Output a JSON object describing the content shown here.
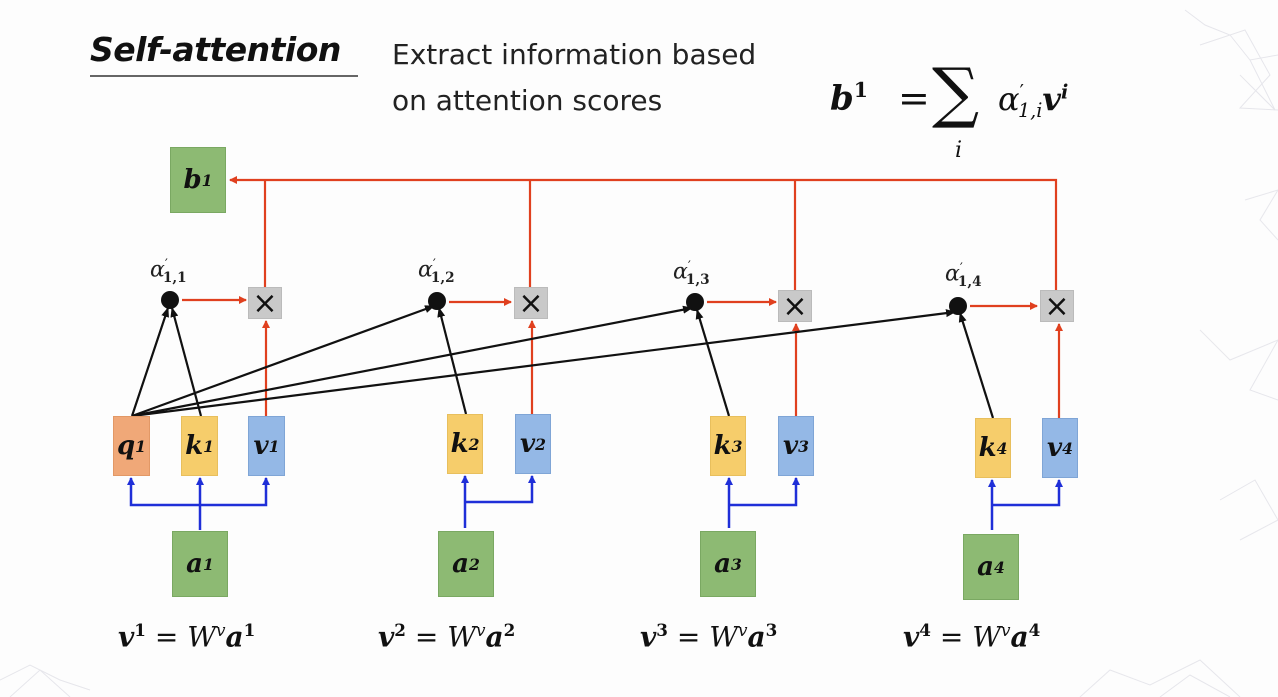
{
  "slide": {
    "title": "Self-attention",
    "description_lines": [
      "Extract information based",
      "on attention scores"
    ]
  },
  "formula": {
    "lhs": "b",
    "lhs_sup": "1",
    "equals": "=",
    "sum_symbol": "∑",
    "sum_index": "i",
    "alpha": "α",
    "alpha_prime": "′",
    "alpha_sub": "1,i",
    "v": "v",
    "v_sup": "i"
  },
  "output": {
    "label": "b",
    "sup": "1"
  },
  "multiply_symbol": "×",
  "colors": {
    "red_arrow": "#e0401f",
    "blue_arrow": "#1f2fd8",
    "black_arrow": "#111111",
    "green_box": "#8dba73",
    "query_box": "#f0a878",
    "key_box": "#f6cd6b",
    "value_box": "#94b8e6",
    "multiply_box": "#c9c9c9"
  },
  "columns": [
    {
      "index": "1",
      "alpha_label": "α",
      "alpha_sub": "1,1",
      "query": {
        "label": "q",
        "sup": "1"
      },
      "key": {
        "label": "k",
        "sup": "1"
      },
      "value": {
        "label": "v",
        "sup": "1"
      },
      "input": {
        "label": "a",
        "sup": "1"
      },
      "equation": {
        "v": "v",
        "v_sup": "1",
        "eq": "=",
        "W": "W",
        "W_sup": "v",
        "a": "a",
        "a_sup": "1"
      }
    },
    {
      "index": "2",
      "alpha_label": "α",
      "alpha_sub": "1,2",
      "key": {
        "label": "k",
        "sup": "2"
      },
      "value": {
        "label": "v",
        "sup": "2"
      },
      "input": {
        "label": "a",
        "sup": "2"
      },
      "equation": {
        "v": "v",
        "v_sup": "2",
        "eq": "=",
        "W": "W",
        "W_sup": "v",
        "a": "a",
        "a_sup": "2"
      }
    },
    {
      "index": "3",
      "alpha_label": "α",
      "alpha_sub": "1,3",
      "key": {
        "label": "k",
        "sup": "3"
      },
      "value": {
        "label": "v",
        "sup": "3"
      },
      "input": {
        "label": "a",
        "sup": "3"
      },
      "equation": {
        "v": "v",
        "v_sup": "3",
        "eq": "=",
        "W": "W",
        "W_sup": "v",
        "a": "a",
        "a_sup": "3"
      }
    },
    {
      "index": "4",
      "alpha_label": "α",
      "alpha_sub": "1,4",
      "key": {
        "label": "k",
        "sup": "4"
      },
      "value": {
        "label": "v",
        "sup": "4"
      },
      "input": {
        "label": "a",
        "sup": "4"
      },
      "equation": {
        "v": "v",
        "v_sup": "4",
        "eq": "=",
        "W": "W",
        "W_sup": "v",
        "a": "a",
        "a_sup": "4"
      }
    }
  ]
}
